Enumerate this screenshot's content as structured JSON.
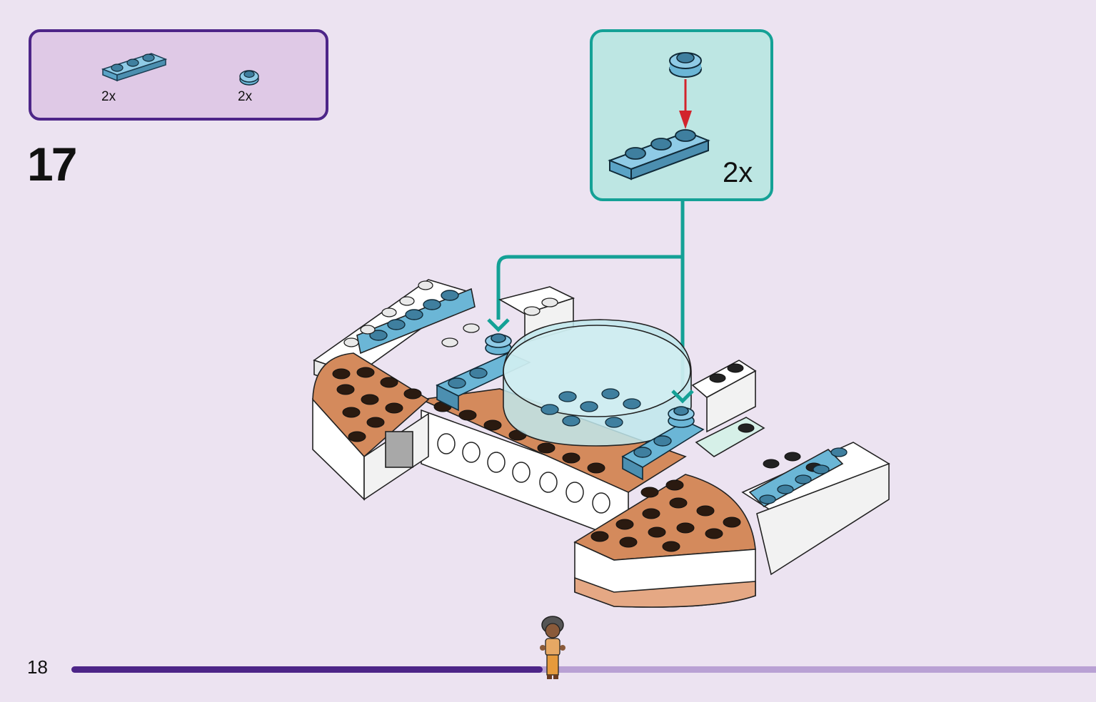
{
  "parts_list": {
    "items": [
      {
        "name": "1x3-plate-medium-azure",
        "quantity": "2x"
      },
      {
        "name": "1x1-round-plate-medium-azure",
        "quantity": "2x"
      }
    ]
  },
  "step": {
    "number": "17"
  },
  "sub_assembly": {
    "quantity": "2x"
  },
  "footer": {
    "page_number": "18",
    "progress": 0.46
  },
  "colors": {
    "purple": "#4d2588",
    "teal": "#14a196",
    "azure": "#6bb6d6",
    "tan": "#d48a5c",
    "arrow_red": "#d2242c"
  }
}
